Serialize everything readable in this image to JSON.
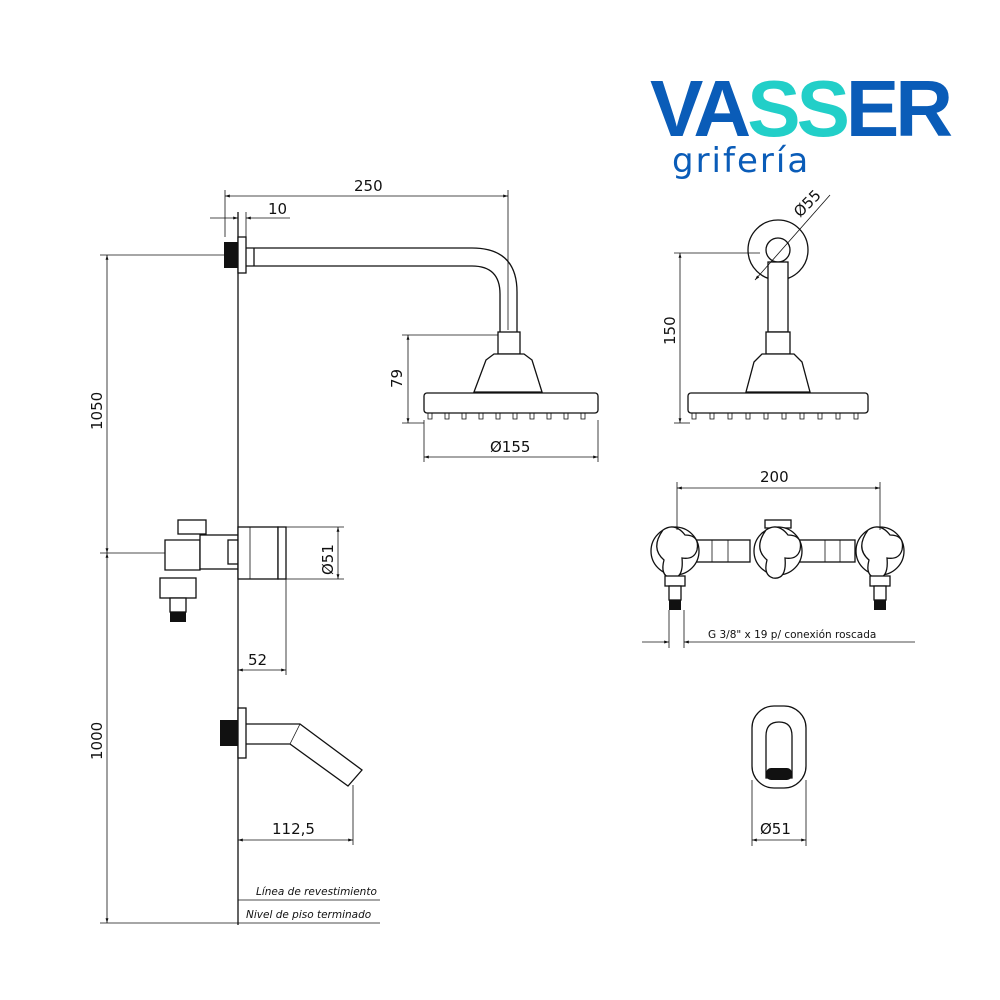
{
  "logo": {
    "part1": "VA",
    "part2": "SS",
    "part3": "ER",
    "subtitle": "grifería",
    "color_primary": "#0a5cb8",
    "color_accent": "#22cfc8"
  },
  "dimensions": {
    "arm_length": "250",
    "flange_depth": "10",
    "shower_height": "1050",
    "head_height": "79",
    "head_diameter": "Ø155",
    "escutcheon_diameter": "Ø51",
    "valve_projection": "52",
    "spout_height": "1000",
    "spout_projection": "112,5",
    "flange_diameter": "Ø55",
    "front_height": "150",
    "valve_spacing": "200",
    "connection": "G 3/8\" x 19 p/ conexión roscada",
    "spout_front_diameter": "Ø51"
  },
  "labels": {
    "wall_line": "Línea de revestimiento",
    "floor_line": "Nivel de piso terminado"
  }
}
